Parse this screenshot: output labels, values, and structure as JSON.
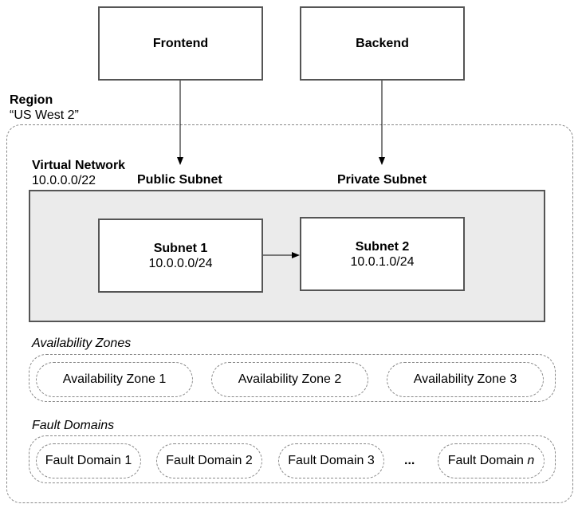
{
  "top_boxes": {
    "frontend": "Frontend",
    "backend": "Backend"
  },
  "region": {
    "title": "Region",
    "name": "“US West 2”"
  },
  "virtual_network": {
    "title": "Virtual Network",
    "cidr": "10.0.0.0/22"
  },
  "subnets": {
    "public_label": "Public Subnet",
    "private_label": "Private Subnet",
    "subnet1": {
      "name": "Subnet 1",
      "cidr": "10.0.0.0/24"
    },
    "subnet2": {
      "name": "Subnet 2",
      "cidr": "10.0.1.0/24"
    }
  },
  "availability_zones": {
    "title": "Availability Zones",
    "items": [
      "Availability Zone 1",
      "Availability Zone 2",
      "Availability Zone 3"
    ]
  },
  "fault_domains": {
    "title": "Fault Domains",
    "items": [
      "Fault Domain 1",
      "Fault Domain 2",
      "Fault Domain 3"
    ],
    "ellipsis": "...",
    "last_prefix": "Fault Domain",
    "last_var": "n"
  },
  "colors": {
    "box_border": "#555555",
    "vnet_fill": "#ebebeb",
    "dashed_border": "#888888"
  }
}
